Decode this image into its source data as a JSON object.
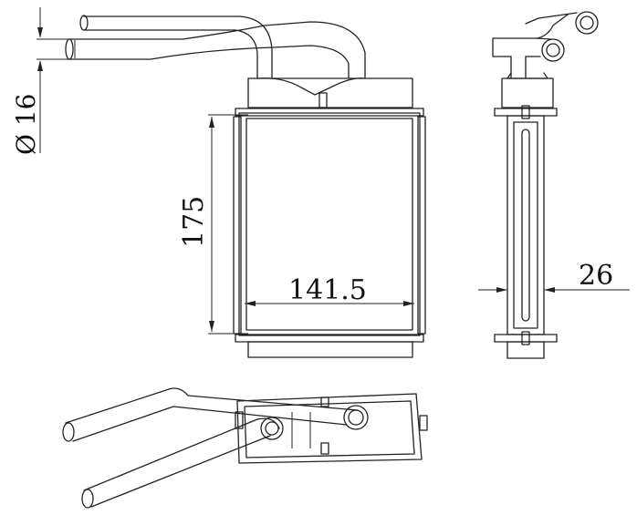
{
  "dimensions": {
    "pipe_diameter": "Ø 16",
    "height": "175",
    "width": "141.5",
    "depth": "26"
  }
}
